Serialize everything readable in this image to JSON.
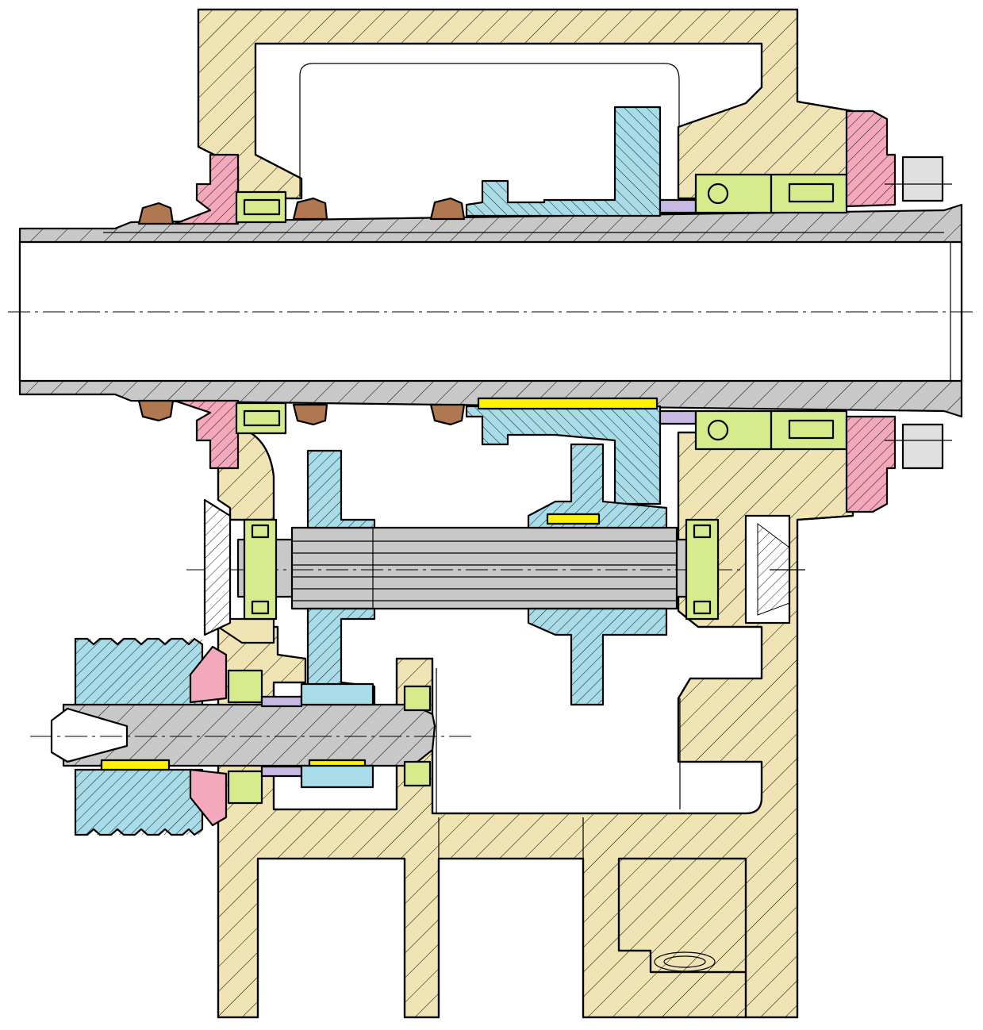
{
  "drawing": {
    "kind": "gearbox-spindle-assembly-section",
    "colors": {
      "housing": "#f0e4b4",
      "shaft": "#c8c8c8",
      "gear": "#a8dce8",
      "bearing": "#d6ec8c",
      "seal_cover": "#f4a8bc",
      "felt_seal": "#b07850",
      "key": "#fff200",
      "spacer": "#c8b8e4",
      "outline": "#000000"
    },
    "components": [
      "housing",
      "main-spindle",
      "intermediate-splined-shaft",
      "input-shaft",
      "v-belt-pulley",
      "sliding-gear",
      "fixed-gear",
      "roller-bearing",
      "bearing-cover",
      "felt-seal",
      "feather-key",
      "spacer-sleeve",
      "lock-nut"
    ]
  }
}
